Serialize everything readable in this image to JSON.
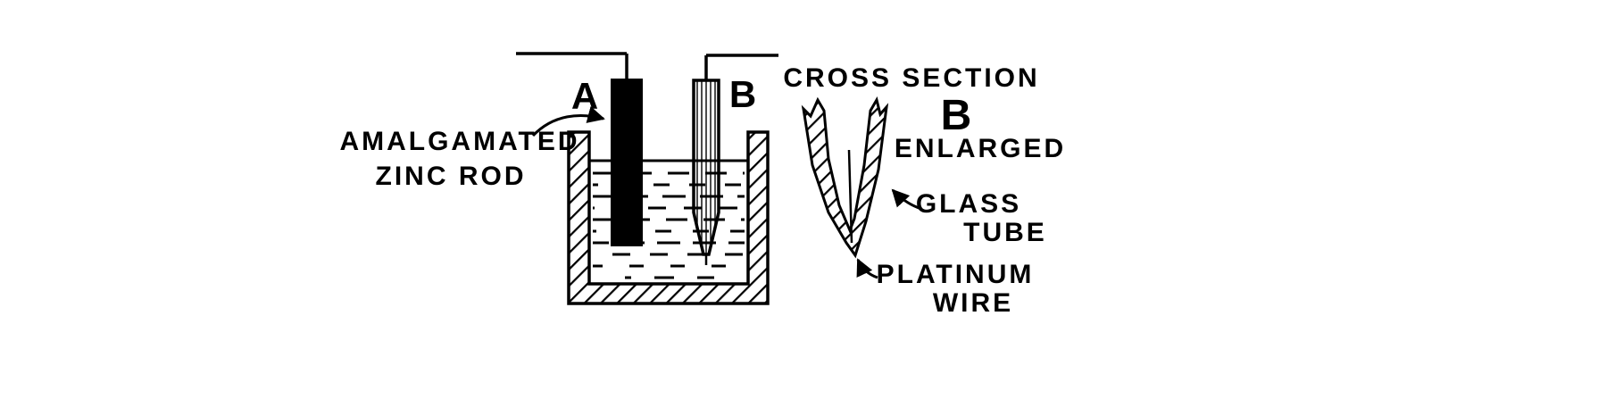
{
  "figure": {
    "labels": {
      "electrode_a": "A",
      "electrode_b": "B",
      "zinc_label_line1": "AMALGAMATED",
      "zinc_label_line2": "ZINC ROD",
      "cross_section_title": "CROSS SECTION",
      "cross_section_letter": "B",
      "cross_section_subtitle": "ENLARGED",
      "glass_label_line1": "GLASS",
      "glass_label_line2": "TUBE",
      "platinum_label_line1": "PLATINUM",
      "platinum_label_line2": "WIRE"
    },
    "colors": {
      "ink": "#000000",
      "paper": "#ffffff"
    }
  }
}
